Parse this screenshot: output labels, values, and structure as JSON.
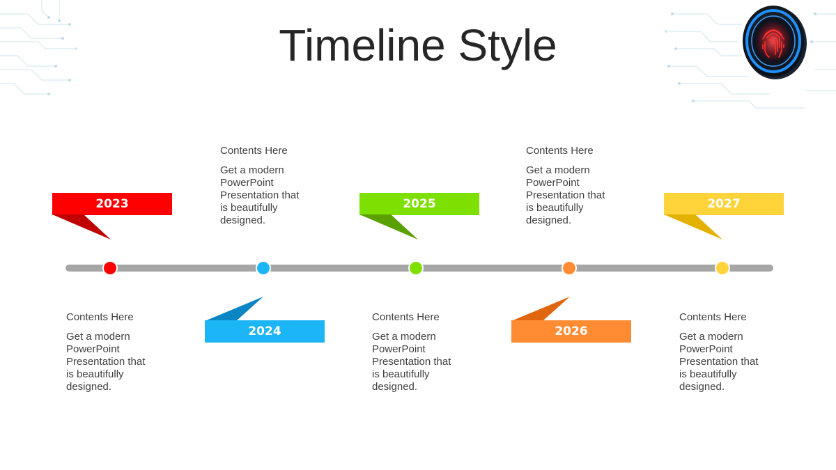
{
  "slide": {
    "title": "Timeline Style"
  },
  "timeline": {
    "track_color": "#a6a6a6",
    "milestones": [
      {
        "year": "2023",
        "color": "#ff0000",
        "shade": "#c00000",
        "flag_position": "above"
      },
      {
        "year": "2024",
        "color": "#1cb5f5",
        "shade": "#0a86c2",
        "flag_position": "below"
      },
      {
        "year": "2025",
        "color": "#7ee000",
        "shade": "#5aa100",
        "flag_position": "above"
      },
      {
        "year": "2026",
        "color": "#ff8c33",
        "shade": "#e0660f",
        "flag_position": "below"
      },
      {
        "year": "2027",
        "color": "#ffd43b",
        "shade": "#e3b100",
        "flag_position": "above"
      }
    ],
    "content_blocks": [
      {
        "heading": "Contents Here",
        "body": "Get a modern PowerPoint Presentation that is beautifully designed."
      },
      {
        "heading": "Contents Here",
        "body": "Get a modern PowerPoint Presentation that is beautifully designed."
      },
      {
        "heading": "Contents Here",
        "body": "Get a modern PowerPoint Presentation that is beautifully designed."
      },
      {
        "heading": "Contents Here",
        "body": "Get a modern PowerPoint Presentation that is beautifully designed."
      },
      {
        "heading": "Contents Here",
        "body": "Get a modern PowerPoint Presentation that is beautifully designed."
      }
    ]
  },
  "decor": {
    "left_pattern": "circuit-pattern",
    "right_pattern": "circuit-pattern",
    "badge_icon": "fingerprint-icon",
    "badge_color": "#1e90ff",
    "badge_glow": "#ff2a2a"
  }
}
